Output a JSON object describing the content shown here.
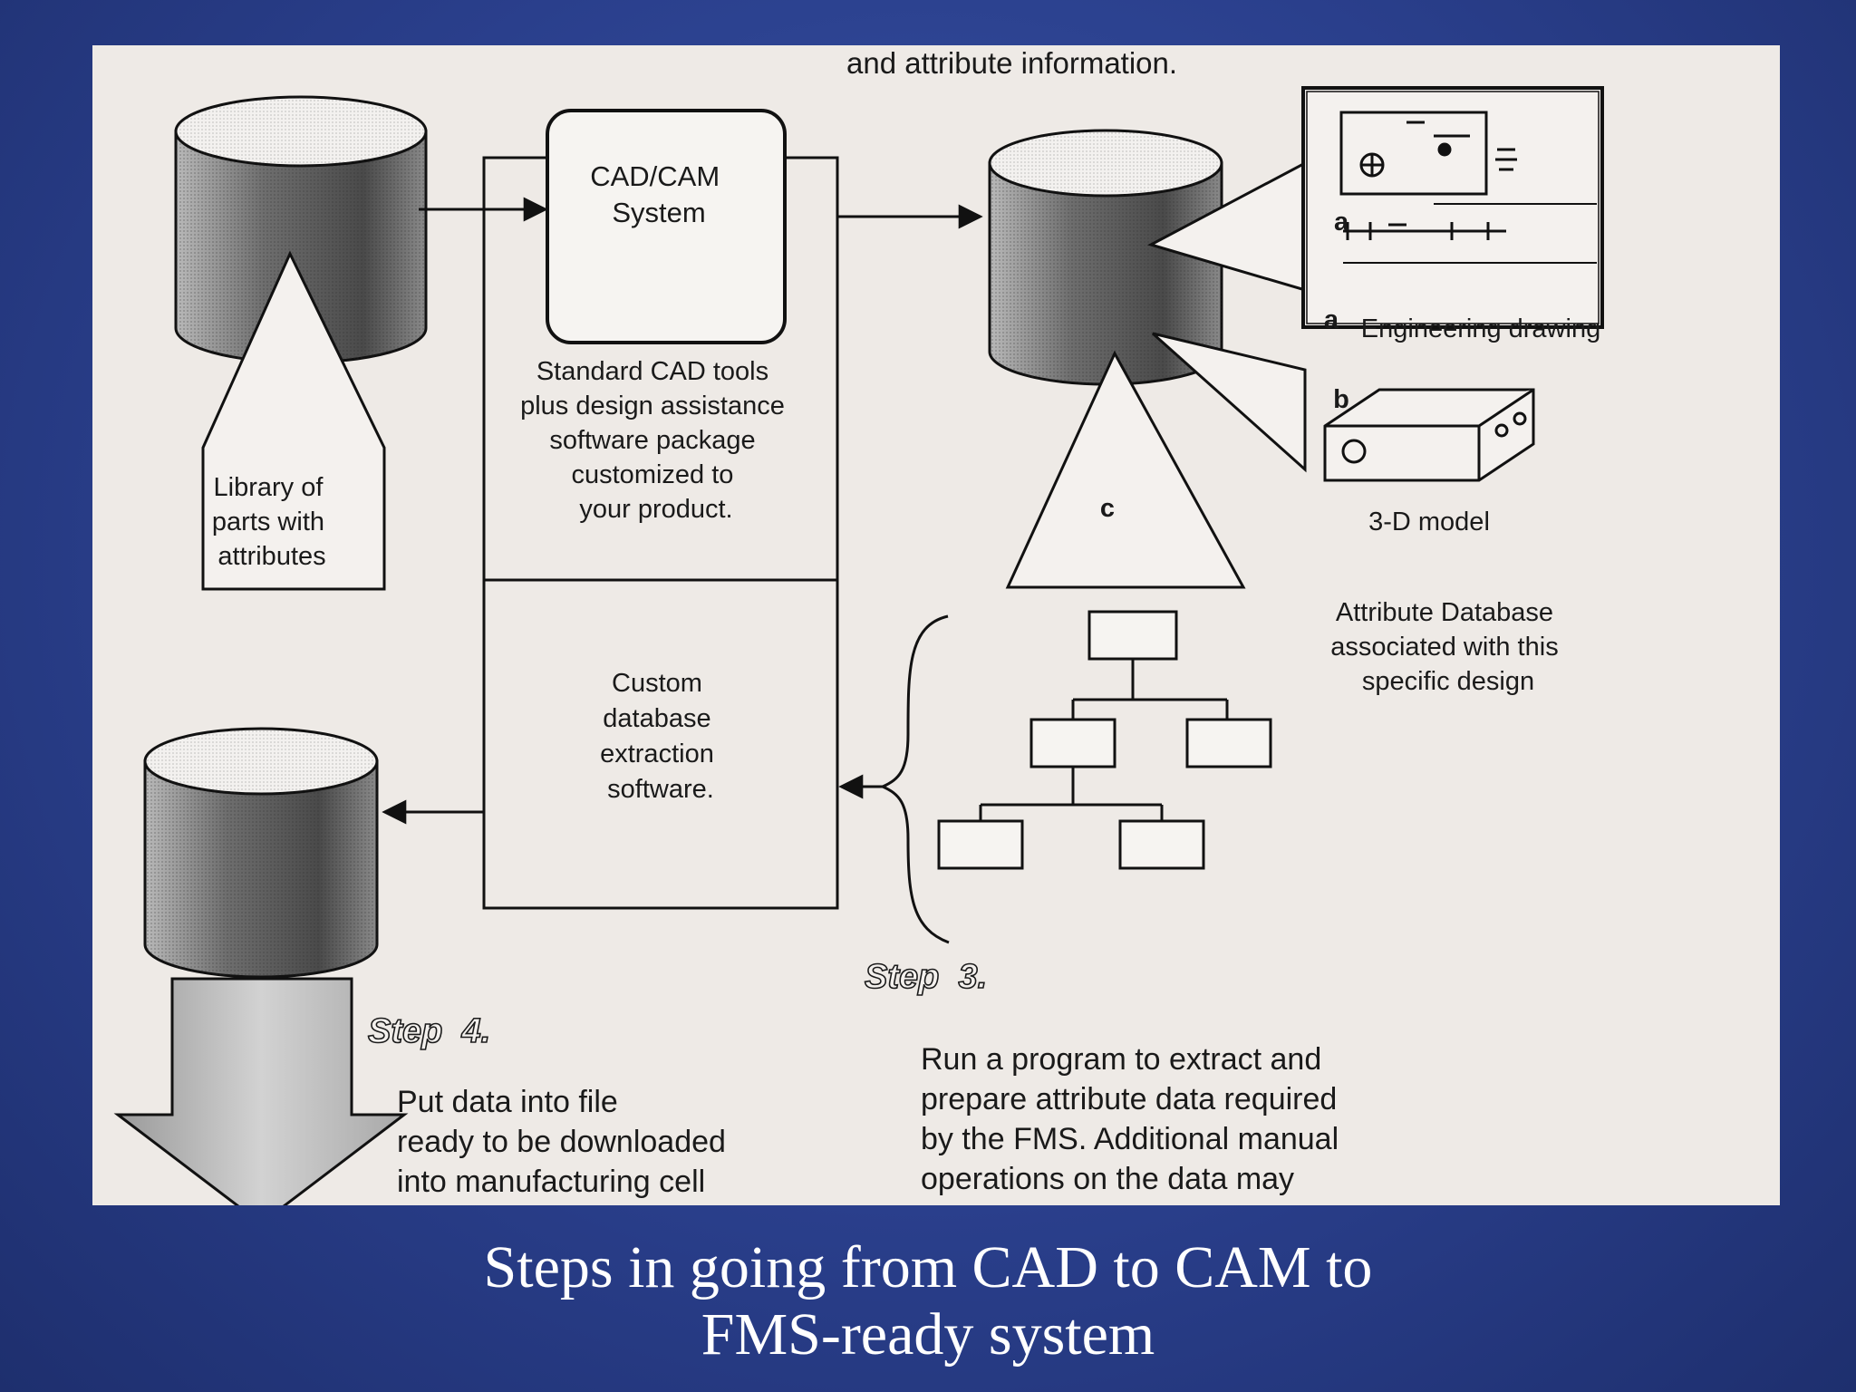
{
  "figure": {
    "top_fragment": "and attribute information.",
    "cad_cam_box": [
      "CAD/CAM",
      "System"
    ],
    "tools_text": [
      "Standard CAD tools",
      "plus design assistance",
      "software package",
      "customized to",
      "your product."
    ],
    "custom_db_text": [
      "Custom",
      "database",
      "extraction",
      "software."
    ],
    "library_text": [
      "Library of",
      "parts with",
      "attributes"
    ],
    "callout_a": "a",
    "callout_b": "b",
    "callout_c": "c",
    "engineering_drawing": "Engineering drawing",
    "model_3d": "3-D model",
    "attribute_db_text": [
      "Attribute Database",
      "associated with this",
      "specific design"
    ],
    "step3_label": "Step  3.",
    "step3_text": [
      "Run a program to extract and",
      "prepare attribute data required",
      "by the FMS. Additional manual",
      "operations on the data may"
    ],
    "step4_label": "Step  4.",
    "step4_text": [
      "Put data into file",
      "ready to be downloaded",
      "into manufacturing cell"
    ]
  },
  "caption": {
    "line1": "Steps in going from CAD to CAM to",
    "line2": "FMS-ready system"
  },
  "colors": {
    "slide_background": "#2a3f8c",
    "figure_paper": "#eeeae6",
    "caption_text": "#ffffff"
  }
}
